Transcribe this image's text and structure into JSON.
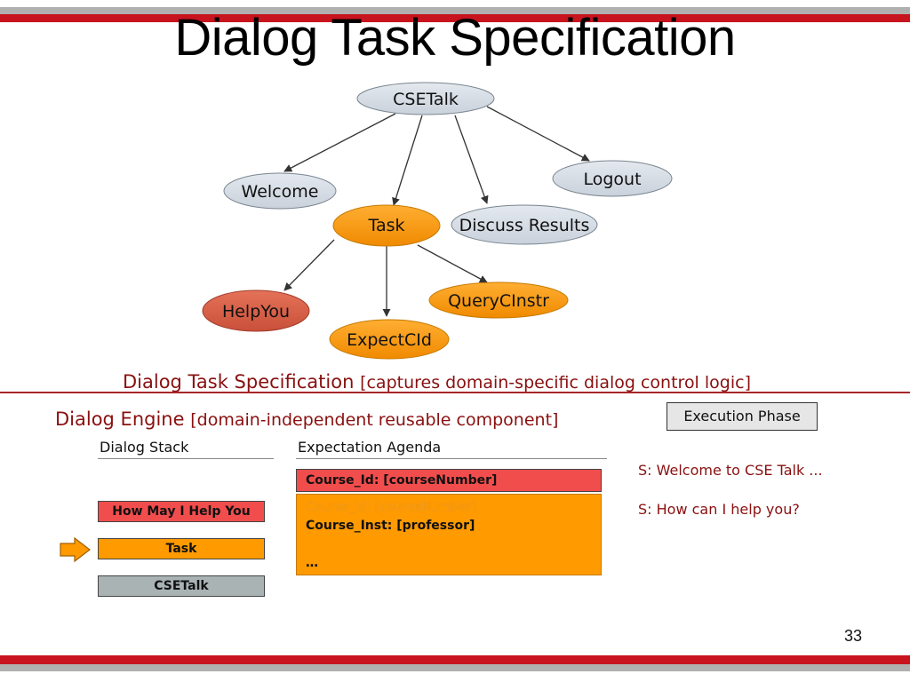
{
  "slide": {
    "title": "Dialog Task Specification",
    "page_number": "33",
    "colors": {
      "accent_red": "#c8141e",
      "text_red": "#8a1010",
      "orange": "#ff9a00",
      "gray_node": "#d4dbe4",
      "helpyou": "#d9624a"
    }
  },
  "tree": {
    "nodes": {
      "cse_talk": "CSETalk",
      "welcome": "Welcome",
      "task": "Task",
      "discuss_results": "Discuss Results",
      "logout": "Logout",
      "help_you": "HelpYou",
      "expect_cid": "ExpectCId",
      "query_cinstr": "QueryCInstr"
    }
  },
  "spec_caption": {
    "main": "Dialog Task Specification",
    "sub": "[captures domain-specific dialog control logic]"
  },
  "engine": {
    "main": "Dialog Engine",
    "sub": "[domain-independent reusable component]",
    "execution_phase": "Execution Phase",
    "stack_header": "Dialog Stack",
    "agenda_header": "Expectation Agenda",
    "stack": [
      "How May I Help You",
      "Task",
      "CSETalk"
    ],
    "agenda_top": "Course_Id: [courseNumber]",
    "agenda_items": [
      "Course_Id: [courseNumber]",
      "Course_Inst: [professor]",
      "…"
    ],
    "log": [
      "S: Welcome to CSE Talk ...",
      "S: How can I help you?"
    ]
  }
}
